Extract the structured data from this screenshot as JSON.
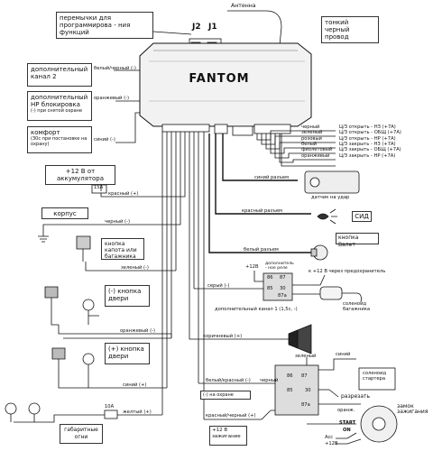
{
  "top": {
    "jumpers_note": "перемычки для программирова - ния функций",
    "antenna": "Антенна",
    "j2": "J2",
    "j1": "J1",
    "thin_black_wire": "тонкий черный провод"
  },
  "brand": "FANTOM",
  "left_boxes": {
    "channel2": "дополнительный канал 2",
    "channel2_wire": "белый/черный (-)",
    "immobilizer": "дополнительный НР блокировка",
    "immobilizer_note": "(-) при снятой охране",
    "immobilizer_wire": "оранжевый (-)",
    "comfort": "комфорт",
    "comfort_note": "(30с при постановке на охрану)",
    "comfort_wire": "синий (-)",
    "plus12_acc": "+12 В от аккумулятора",
    "fuse15": "15A",
    "red_wire": "красный (+)",
    "body": "корпус",
    "black_wire": "черный (-)",
    "hood_button": "кнопка капота или багажника",
    "green_wire": "зеленый (-)",
    "minus_door": "(-) кнопка двери",
    "orange_wire": "оранжевый (-)",
    "plus_door": "(+) кнопка двери",
    "blue_wire": "синий (+)",
    "fuse10": "10A",
    "yellow_wire": "желтый (+)",
    "parking_lights": "габаритные огни"
  },
  "cz_wires": [
    {
      "color": "черный",
      "label": "Ц/З открыть - НЗ (+7А)"
    },
    {
      "color": "зеленый",
      "label": "Ц/З открыть - ОБЩ (+7А)"
    },
    {
      "color": "розовый",
      "label": "Ц/З открыть - НР (+7А)"
    },
    {
      "color": "белый",
      "label": "Ц/З закрыть - НЗ (+7А)"
    },
    {
      "color": "фиолетовый",
      "label": "Ц/З закрыть - ОБЩ (+7А)"
    },
    {
      "color": "оранжевый",
      "label": "Ц/З закрыть - НР (+7А)"
    }
  ],
  "right": {
    "blue_connector": "синий разъем",
    "shock_sensor": "датчик на удар",
    "red_connector": "красный разъем",
    "led": "СИД",
    "white_connector": "белый разъем",
    "valet": "кнопка Валет",
    "plus12_relay": "+12В",
    "aux_relay": "дополнитель - ное реле",
    "fuse_note": "к +12 В через предохранитель",
    "gray_wire": "серый (-)",
    "aux_channel1": "дополнительный канал 1 (1,5с, -)",
    "trunk_solenoid": "соленоид багажника",
    "brown_wire": "коричневый (+)",
    "white_red_wire": "белый/красный (-)",
    "black_label": "черный",
    "on_guard": "(-) на охране",
    "green_label": "зеленый",
    "blue_label": "синий",
    "starter_solenoid": "соленоид стартера",
    "cut": "разрезать",
    "orange_label": "оранж.",
    "red_black_wire": "красный/черный (+)",
    "plus12_ign": "+12 В зажигание",
    "ign_lock": "замок зажигания",
    "start": "START",
    "on": "ON",
    "acc": "Acc",
    "plus12b": "+12В"
  },
  "relay_pins": [
    "85",
    "86",
    "30",
    "87",
    "87a"
  ]
}
